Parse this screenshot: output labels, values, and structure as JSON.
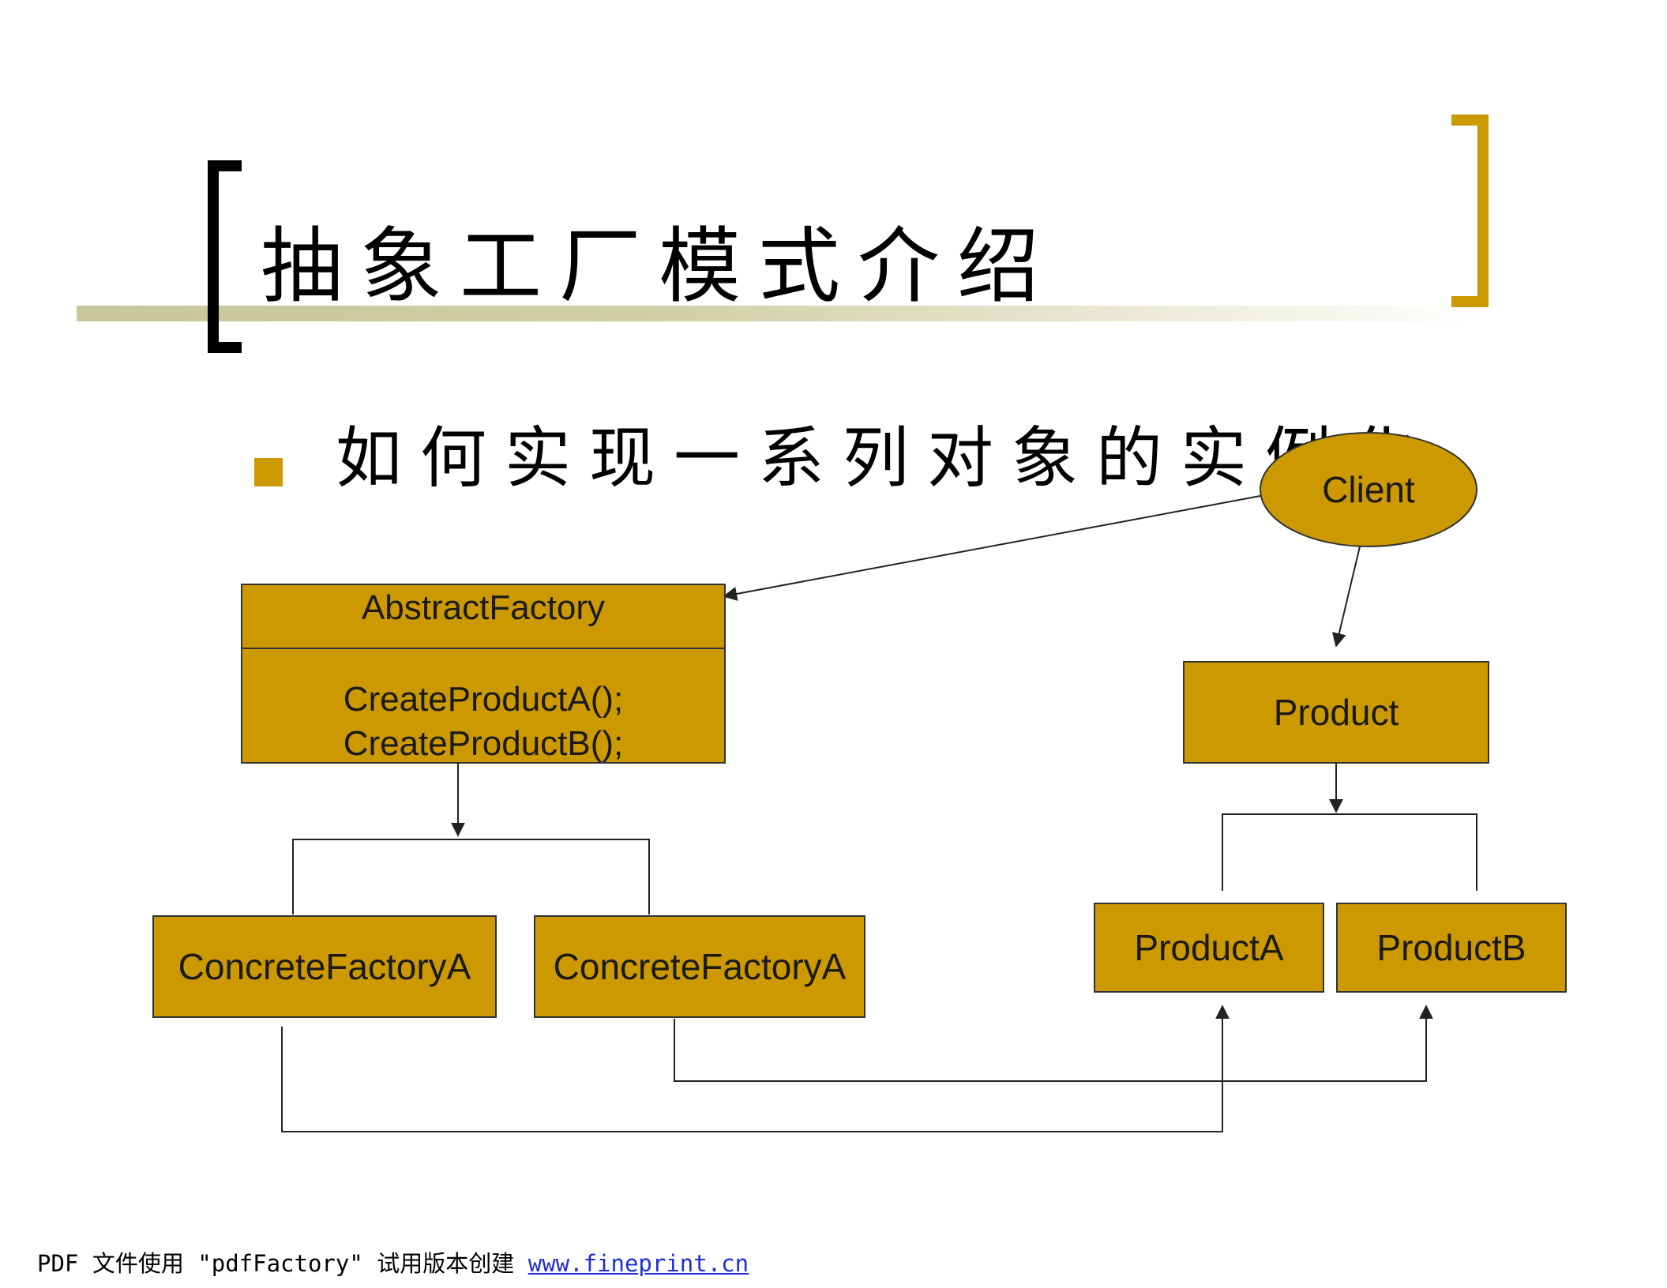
{
  "slide": {
    "title": "抽象工厂模式介绍",
    "bullet_text": "如何实现一系列对象的实例化"
  },
  "diagram": {
    "client": "Client",
    "abstract_factory": {
      "name": "AbstractFactory",
      "methods": [
        "CreateProductA();",
        "CreateProductB();"
      ]
    },
    "concrete_factories": [
      "ConcreteFactoryA",
      "ConcreteFactoryA"
    ],
    "product": "Product",
    "products": [
      "ProductA",
      "ProductB"
    ]
  },
  "footer": {
    "text": "PDF 文件使用 \"pdfFactory\" 试用版本创建 ",
    "link": "www.fineprint.cn"
  },
  "colors": {
    "box_fill": "#cc9900",
    "bracket_gold": "#cc9900",
    "bracket_black": "#000000"
  }
}
